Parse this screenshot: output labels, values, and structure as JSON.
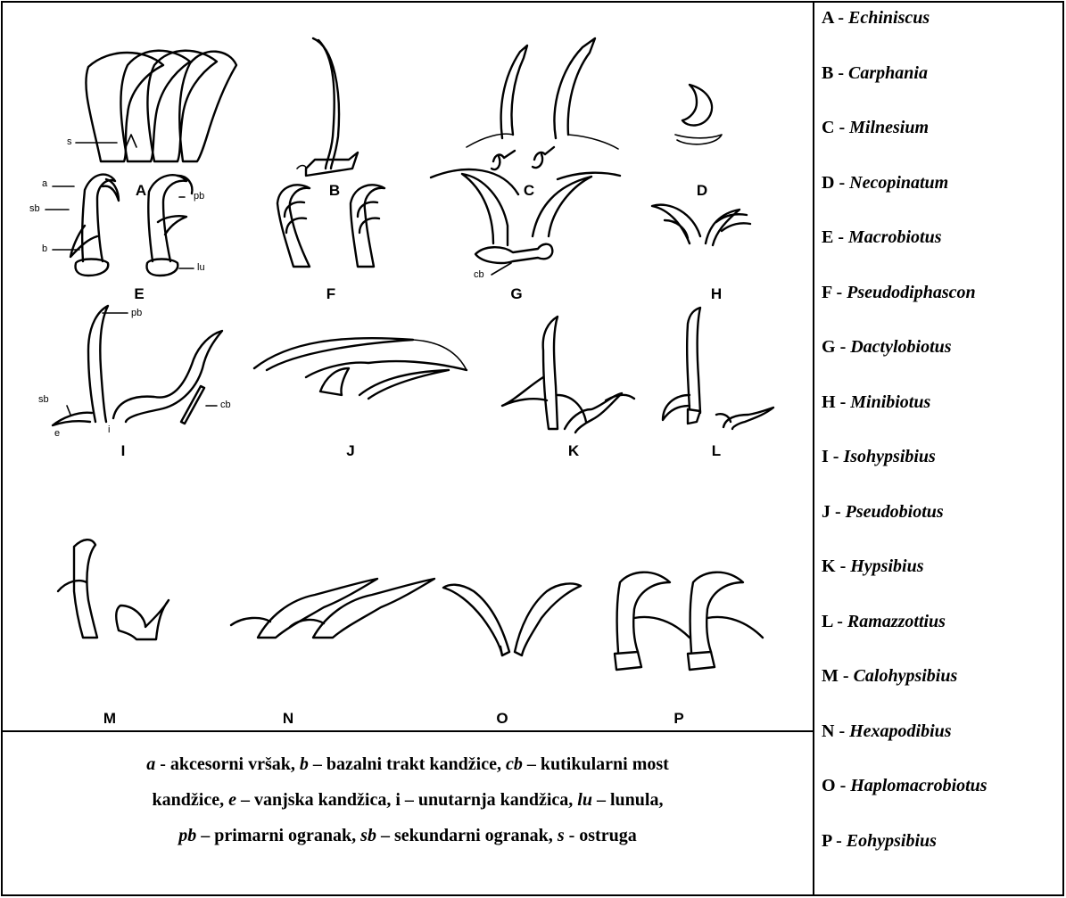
{
  "figure": {
    "panels": [
      "A",
      "B",
      "C",
      "D",
      "E",
      "F",
      "G",
      "H",
      "I",
      "J",
      "K",
      "L",
      "M",
      "N",
      "O",
      "P"
    ],
    "part_labels": {
      "A_s": "s",
      "E_a": "a",
      "E_sb": "sb",
      "E_b": "b",
      "E_pb": "pb",
      "E_lu": "lu",
      "G_cb": "cb",
      "I_pb": "pb",
      "I_sb": "sb",
      "I_e": "e",
      "I_i": "i",
      "I_cb": "cb"
    }
  },
  "legend": [
    {
      "letter": "A",
      "sep": " - ",
      "genus": "Echiniscus"
    },
    {
      "letter": "B",
      "sep": " - ",
      "genus": "Carphania"
    },
    {
      "letter": "C",
      "sep": " - ",
      "genus": "Milnesium"
    },
    {
      "letter": "D",
      "sep": " - ",
      "genus": "Necopinatum"
    },
    {
      "letter": "E",
      "sep": " - ",
      "genus": "Macrobiotus"
    },
    {
      "letter": "F",
      "sep": " - ",
      "genus": "Pseudodiphascon"
    },
    {
      "letter": "G",
      "sep": " - ",
      "genus": "Dactylobiotus"
    },
    {
      "letter": "H",
      "sep": " - ",
      "genus": "Minibiotus"
    },
    {
      "letter": "I",
      "sep": " - ",
      "genus": "Isohypsibius"
    },
    {
      "letter": "J",
      "sep": " - ",
      "genus": "Pseudobiotus"
    },
    {
      "letter": "K",
      "sep": " - ",
      "genus": "Hypsibius"
    },
    {
      "letter": "L",
      "sep": " - ",
      "genus": "Ramazzottius"
    },
    {
      "letter": "M",
      "sep": " - ",
      "genus": "Calohypsibius"
    },
    {
      "letter": "N",
      "sep": " - ",
      "genus": "Hexapodibius"
    },
    {
      "letter": "O",
      "sep": " - ",
      "genus": "Haplomacrobiotus"
    },
    {
      "letter": "P",
      "sep": " - ",
      "genus": "Eohypsibius"
    }
  ],
  "caption": {
    "lines": [
      [
        {
          "t": "a",
          "i": true
        },
        {
          "t": " - akcesorni vršak, ",
          "i": false
        },
        {
          "t": "b",
          "i": true
        },
        {
          "t": " – bazalni trakt kandžice, ",
          "i": false
        },
        {
          "t": "cb",
          "i": true
        },
        {
          "t": " – kutikularni most",
          "i": false
        }
      ],
      [
        {
          "t": "kandžice, ",
          "i": false
        },
        {
          "t": "e",
          "i": true
        },
        {
          "t": " – vanjska kandžica, i – unutarnja kandžica, ",
          "i": false
        },
        {
          "t": "lu",
          "i": true
        },
        {
          "t": " – lunula,",
          "i": false
        }
      ],
      [
        {
          "t": "pb",
          "i": true
        },
        {
          "t": " – primarni ogranak, ",
          "i": false
        },
        {
          "t": "sb",
          "i": true
        },
        {
          "t": " – sekundarni ogranak, ",
          "i": false
        },
        {
          "t": "s",
          "i": true
        },
        {
          "t": " - ostruga",
          "i": false
        }
      ]
    ]
  }
}
